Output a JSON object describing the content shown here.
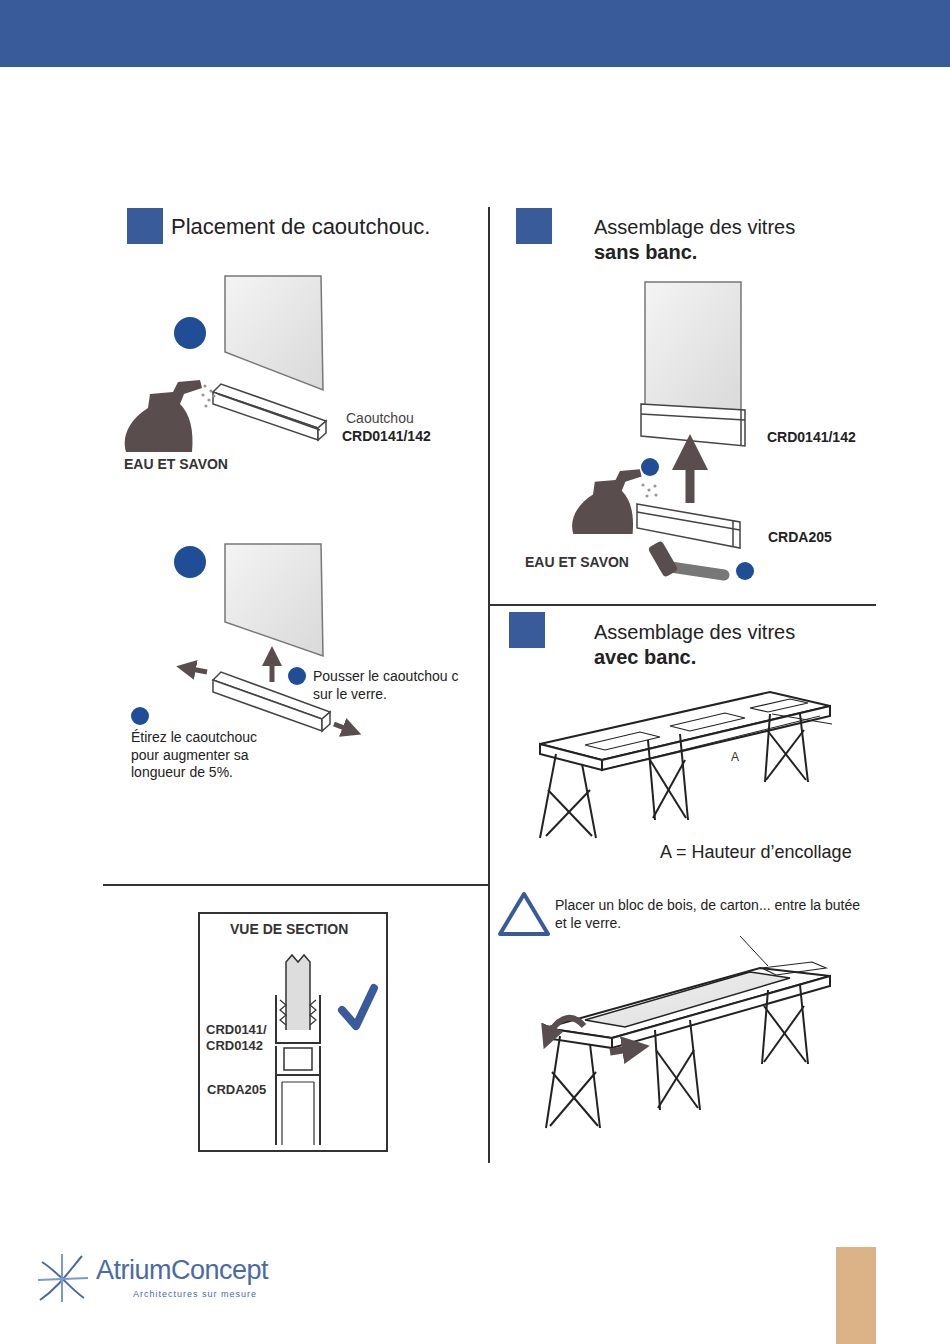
{
  "diagram": {
    "nodes": [
      {
        "text": [
          "Placement de caoutchouc."
        ]
      },
      {
        "text": [
          "Assemblage des vitres",
          "sans banc."
        ]
      },
      {
        "text": [
          "Assemblage des vitres",
          "avec banc."
        ]
      },
      {
        "text": [
          "VUE DE SECTION",
          "CRD0141/ CRD0142",
          "CRDA205"
        ]
      },
      {
        "text": [
          "Placer un bloc de bois, de carton... entre la butée et le verre."
        ]
      }
    ],
    "labels": [
      "Caoutchou",
      "CRD0141/142",
      "EAU ET SAVON",
      "Pousser le caoutchou c sur le verre.",
      "Étirez le caoutchouc pour augmenter sa longueur de 5%.",
      "CRD0141/142",
      "CRDA205",
      "EAU ET SAVON",
      "A",
      "A = Hauteur d’encollage",
      "AtriumConcept",
      "Architectures sur mesure"
    ]
  }
}
